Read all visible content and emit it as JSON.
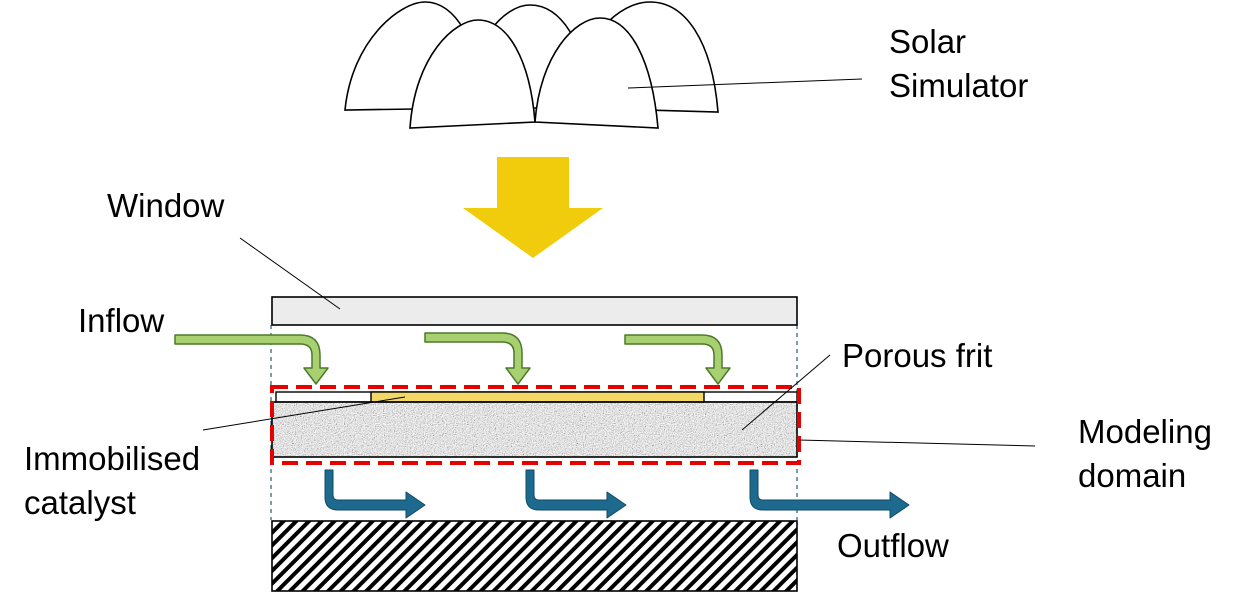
{
  "labels": {
    "solar_simulator_1": "Solar",
    "solar_simulator_2": "Simulator",
    "window": "Window",
    "inflow": "Inflow",
    "porous_frit": "Porous frit",
    "immobilised_catalyst_1": "Immobilised",
    "immobilised_catalyst_2": "catalyst",
    "modeling_domain_1": "Modeling",
    "modeling_domain_2": "domain",
    "outflow": "Outflow"
  },
  "colors": {
    "light_arrow": "#f0cc0c",
    "inflow_fill": "#a8d070",
    "inflow_stroke": "#4a7a2a",
    "outflow": "#1e6a8e",
    "catalyst": "#f4d866",
    "modeling_domain_border": "#e60000",
    "window_fill": "#ececec"
  }
}
